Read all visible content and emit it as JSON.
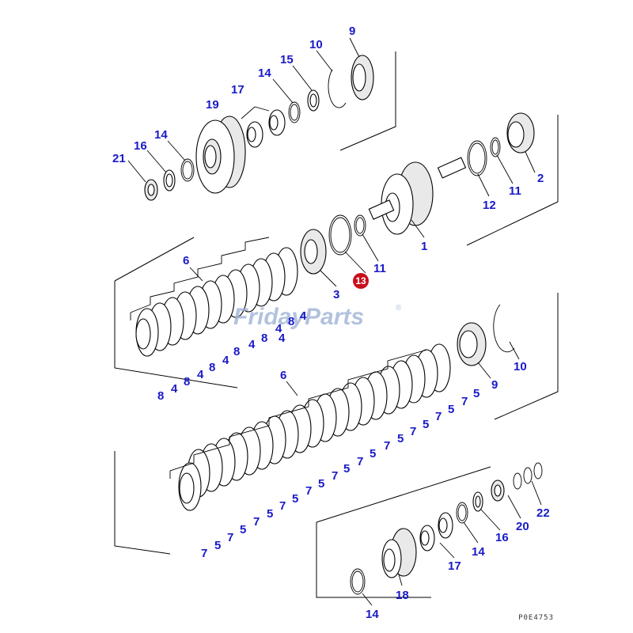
{
  "colors": {
    "callout": "#1a1ac8",
    "badge": "#c8101c",
    "watermark": "#9fb3d6",
    "line": "#000000"
  },
  "watermark": {
    "text": "FridayParts",
    "mark": "®"
  },
  "drawing_code": "P0E4753",
  "highlight_badge": {
    "label": "13"
  },
  "callouts": [
    "9",
    "10",
    "15",
    "14",
    "17",
    "19",
    "14",
    "16",
    "21",
    "2",
    "11",
    "12",
    "1",
    "11",
    "3",
    "6",
    "4",
    "8",
    "4",
    "8",
    "4",
    "4",
    "8",
    "4",
    "8",
    "4",
    "8",
    "4",
    "8",
    "10",
    "9",
    "6",
    "5",
    "7",
    "5",
    "7",
    "5",
    "7",
    "5",
    "7",
    "5",
    "7",
    "5",
    "7",
    "5",
    "7",
    "5",
    "7",
    "5",
    "7",
    "5",
    "7",
    "5",
    "7",
    "22",
    "20",
    "16",
    "14",
    "17",
    "18",
    "14"
  ]
}
